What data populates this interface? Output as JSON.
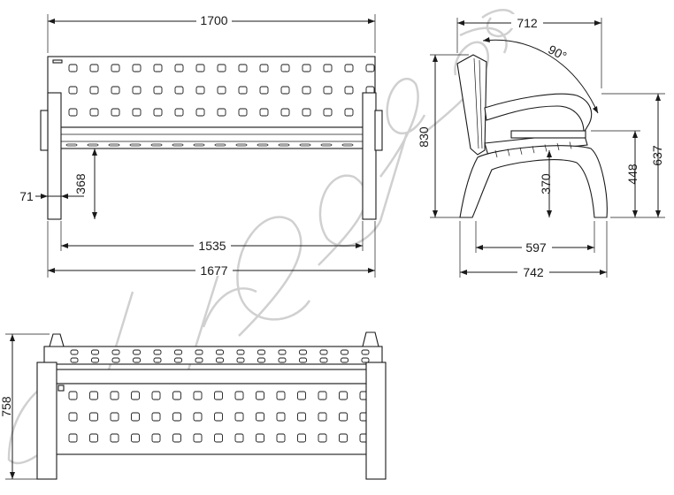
{
  "watermark": {
    "text": "abregas"
  },
  "dimensions": {
    "overall_length": "1700",
    "side_depth_top": "712",
    "backrest_angle": "90°",
    "backrest_height": "830",
    "overall_height": "637",
    "armrest_height": "448",
    "seat_height_side": "370",
    "seat_height_front": "368",
    "leg_width": "71",
    "inner_length": "1535",
    "outer_length": "1677",
    "seat_depth": "597",
    "overall_depth": "742",
    "rear_height": "758"
  },
  "colors": {
    "line": "#1a1a1a",
    "watermark": "#d0d0d0",
    "background": "#ffffff"
  }
}
